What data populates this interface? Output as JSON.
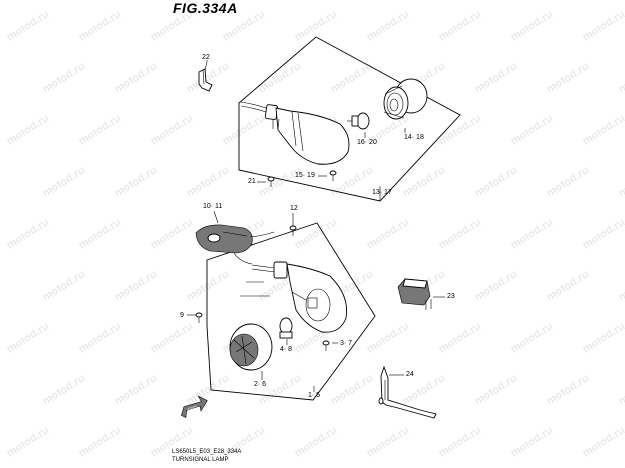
{
  "title": "FIG.334A",
  "watermark": "motod.ru",
  "labels": {
    "l22": "22",
    "l1418": "14· 18",
    "l1620": "16· 20",
    "l21": "21",
    "l1519": "15· 19",
    "l1317": "13· 17",
    "l1011": "10· 11",
    "l12": "12",
    "l23": "23",
    "l9": "9",
    "l48": "4· 8",
    "l37": "3· 7",
    "l26": "2· 6",
    "l15": "1· 5",
    "l24": "24"
  },
  "footer": {
    "code": "LS650L5_E03_E28_334A",
    "name": "TURNSIGNAL LAMP"
  },
  "icons": {
    "fwd": "FWD"
  }
}
